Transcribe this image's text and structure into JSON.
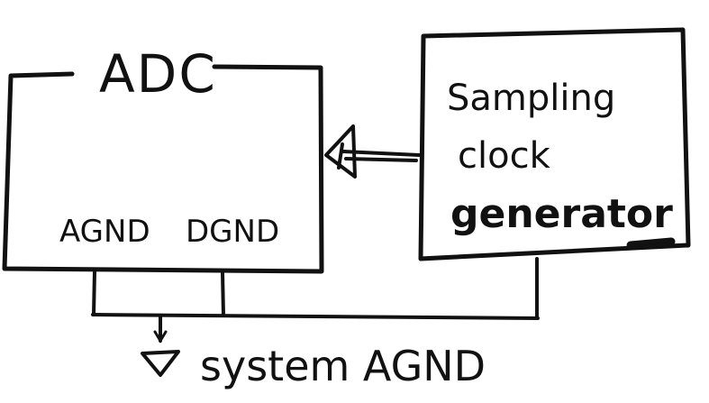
{
  "adc_block": {
    "title": "ADC",
    "pins": {
      "agnd": "AGND",
      "dgnd": "DGND"
    }
  },
  "clock_block": {
    "lines": [
      "Sampling",
      "clock",
      "generator"
    ]
  },
  "ground": {
    "label": "system AGND"
  },
  "colors": {
    "ink": "#111111",
    "paper": "#ffffff"
  }
}
